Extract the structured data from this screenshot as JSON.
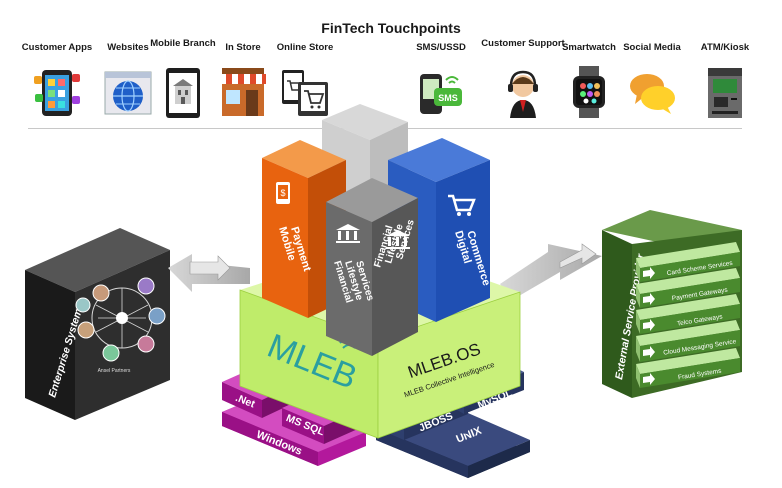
{
  "title": "FinTech Touchpoints",
  "touchpoints": [
    {
      "label": "Customer Apps",
      "icon": "smartphone-apps-icon"
    },
    {
      "label": "Websites",
      "icon": "globe-browser-icon"
    },
    {
      "label": "Mobile Branch",
      "icon": "tablet-building-icon"
    },
    {
      "label": "In Store",
      "icon": "storefront-icon"
    },
    {
      "label": "Online Store",
      "icon": "devices-cart-icon"
    },
    {
      "label": "SMS/USSD",
      "icon": "sms-phone-icon"
    },
    {
      "label": "Customer Support",
      "icon": "headset-agent-icon"
    },
    {
      "label": "Smartwatch",
      "icon": "smartwatch-icon"
    },
    {
      "label": "Social Media",
      "icon": "speech-bubbles-icon"
    },
    {
      "label": "ATM/Kiosk",
      "icon": "atm-icon"
    }
  ],
  "blocks": {
    "mobile_payment": [
      "Mobile",
      "Payment"
    ],
    "financial_lifestyle_1": [
      "Financial",
      "Lifestyle",
      "Services"
    ],
    "financial_lifestyle_2": [
      "Financial",
      "Lifestyle",
      "Services"
    ],
    "digital_commerce": [
      "Digital",
      "Commerce"
    ]
  },
  "platform": {
    "logo": "MLEB",
    "name": "MLEB.OS",
    "tagline": "MLEB Collective Intelligence"
  },
  "stack_left": {
    "dotnet": ".Net",
    "mssql": "MS SQL",
    "windows": "Windows"
  },
  "stack_right": {
    "jboss": "JBOSS",
    "mysql": "MySQL",
    "unix": "UNIX"
  },
  "enterprise": {
    "title": "Enterprise Systems",
    "hub_caption": "Ansel Partners"
  },
  "external": {
    "title": "External Service Provider",
    "services": [
      "Card Scheme Services",
      "Payment Gateways",
      "Telco Gateways",
      "Cloud Messaging Service",
      "Fraud Systems"
    ]
  },
  "colors": {
    "mobile_payment": "#e8630f",
    "digital_commerce": "#1f4fb3",
    "financial_lifestyle": "#6b6b6b",
    "platform": "#c9f07a",
    "mleb_teal": "#2a9fa0",
    "stack_magenta": "#b3189c",
    "stack_navy": "#26345e",
    "enterprise": "#2b2b2b",
    "external": "#3d6b25"
  }
}
